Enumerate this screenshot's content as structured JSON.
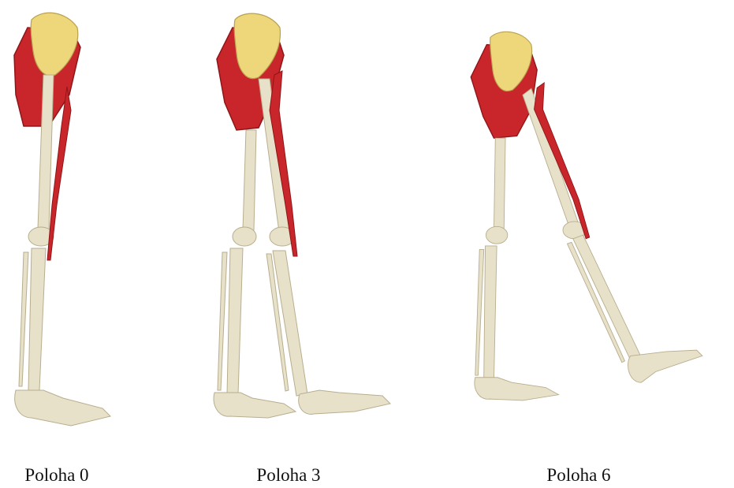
{
  "figures": [
    {
      "id": "poloha-0",
      "caption": "Poloha 0",
      "hip_flexion_deg": 0
    },
    {
      "id": "poloha-3",
      "caption": "Poloha 3",
      "hip_flexion_deg": 15
    },
    {
      "id": "poloha-6",
      "caption": "Poloha 6",
      "hip_flexion_deg": 30
    }
  ],
  "colors": {
    "bone": "#e8e1c9",
    "bone_shadow": "#b8ae8e",
    "pelvis": "#eed77a",
    "muscle": "#c8262a",
    "muscle_dark": "#8f1518",
    "background": "#ffffff"
  }
}
